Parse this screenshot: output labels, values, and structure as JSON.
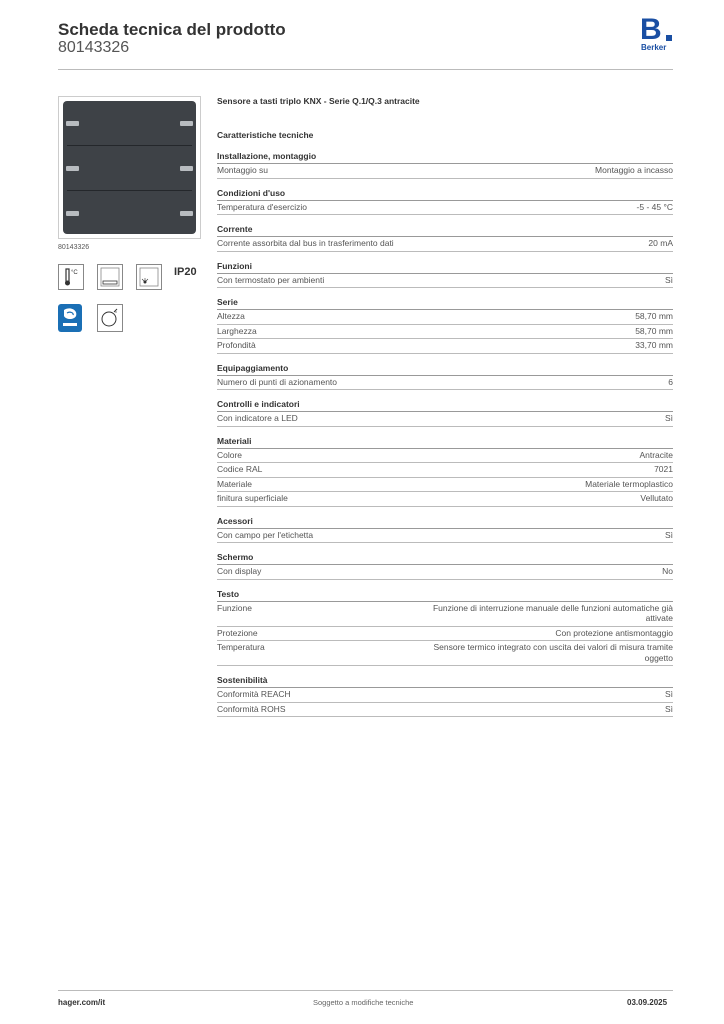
{
  "header": {
    "title": "Scheda tecnica del prodotto",
    "code": "80143326",
    "logo_letter": "B",
    "logo_text": "Berker"
  },
  "product": {
    "number": "80143326",
    "ip_rating": "IP20",
    "title": "Sensore a tasti triplo KNX - Serie Q.1/Q.3 antracite",
    "features_heading": "Caratteristiche tecniche",
    "icons": [
      "thermometer-celsius-icon",
      "label-field-icon",
      "led-indicator-icon",
      "ip20-icon",
      "eco-icon",
      "thermostat-icon"
    ]
  },
  "sections": [
    {
      "title": "Installazione, montaggio",
      "rows": [
        {
          "k": "Montaggio su",
          "v": "Montaggio a incasso"
        }
      ]
    },
    {
      "title": "Condizioni d'uso",
      "rows": [
        {
          "k": "Temperatura d'esercizio",
          "v": "-5 - 45 °C"
        }
      ]
    },
    {
      "title": "Corrente",
      "rows": [
        {
          "k": "Corrente assorbita dal bus in trasferimento dati",
          "v": "20 mA"
        }
      ]
    },
    {
      "title": "Funzioni",
      "rows": [
        {
          "k": "Con termostato per ambienti",
          "v": "Sì"
        }
      ]
    },
    {
      "title": "Serie",
      "rows": [
        {
          "k": "Altezza",
          "v": "58,70 mm"
        },
        {
          "k": "Larghezza",
          "v": "58,70 mm"
        },
        {
          "k": "Profondità",
          "v": "33,70 mm"
        }
      ]
    },
    {
      "title": "Equipaggiamento",
      "rows": [
        {
          "k": "Numero di punti di azionamento",
          "v": "6"
        }
      ]
    },
    {
      "title": "Controlli e indicatori",
      "rows": [
        {
          "k": "Con indicatore a LED",
          "v": "Sì"
        }
      ]
    },
    {
      "title": "Materiali",
      "rows": [
        {
          "k": "Colore",
          "v": "Antracite"
        },
        {
          "k": "Codice RAL",
          "v": "7021"
        },
        {
          "k": "Materiale",
          "v": "Materiale termoplastico"
        },
        {
          "k": "finitura superficiale",
          "v": "Vellutato"
        }
      ]
    },
    {
      "title": "Acessori",
      "rows": [
        {
          "k": "Con campo per l'etichetta",
          "v": "Sì"
        }
      ]
    },
    {
      "title": "Schermo",
      "rows": [
        {
          "k": "Con display",
          "v": "No"
        }
      ]
    },
    {
      "title": "Testo",
      "rows": [
        {
          "k": "Funzione",
          "v": "Funzione di interruzione manuale delle funzioni automatiche già attivate"
        },
        {
          "k": "Protezione",
          "v": "Con protezione antismontaggio"
        },
        {
          "k": "Temperatura",
          "v": "Sensore termico integrato con uscita dei valori di misura tramite oggetto"
        }
      ]
    },
    {
      "title": "Sostenibilità",
      "rows": [
        {
          "k": "Conformità REACH",
          "v": "Sì"
        },
        {
          "k": "Conformità ROHS",
          "v": "Sì"
        }
      ]
    }
  ],
  "footer": {
    "left": "hager.com/it",
    "middle": "Soggetto a modifiche tecniche",
    "right": "03.09.2025"
  }
}
